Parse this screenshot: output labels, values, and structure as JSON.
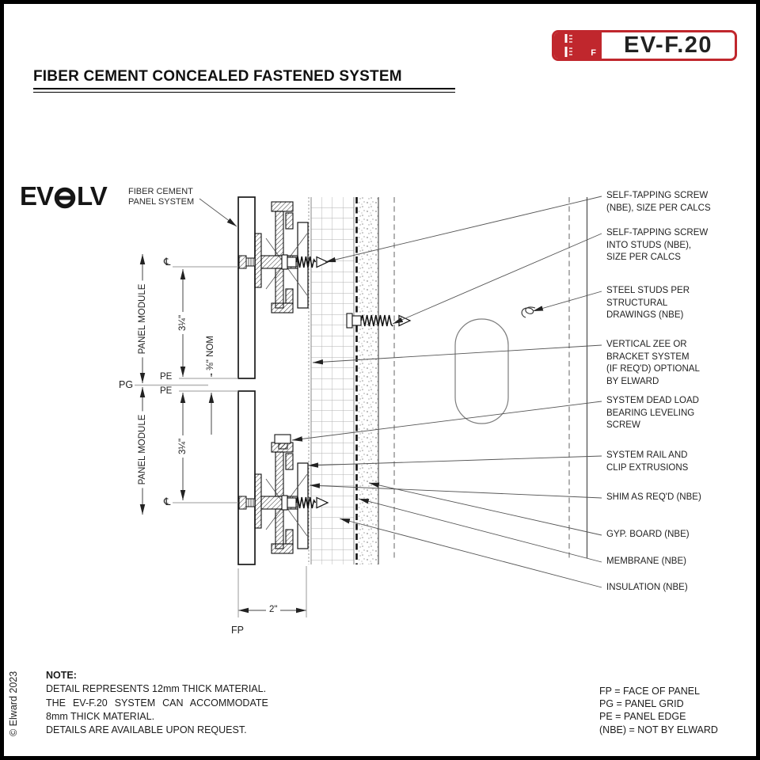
{
  "page": {
    "title": "FIBER CEMENT CONCEALED FASTENED SYSTEM",
    "code": "EV-F.20",
    "badge_icon_letter": "F",
    "copyright": "© Elward 2023"
  },
  "logo": {
    "part1": "EV",
    "part2": "LV",
    "subtitle": "FIBER CEMENT\nPANEL SYSTEM"
  },
  "callouts": [
    {
      "text": "SELF-TAPPING SCREW\n(NBE), SIZE PER CALCS"
    },
    {
      "text": "SELF-TAPPING SCREW\nINTO STUDS (NBE),\nSIZE PER CALCS"
    },
    {
      "text": "STEEL STUDS PER\nSTRUCTURAL\nDRAWINGS (NBE)"
    },
    {
      "text": "VERTICAL ZEE OR\nBRACKET SYSTEM\n(IF REQ'D) OPTIONAL\nBY ELWARD"
    },
    {
      "text": "SYSTEM DEAD LOAD\nBEARING LEVELING\nSCREW"
    },
    {
      "text": "SYSTEM RAIL AND\nCLIP EXTRUSIONS"
    },
    {
      "text": "SHIM AS REQ'D (NBE)"
    },
    {
      "text": "GYP. BOARD (NBE)"
    },
    {
      "text": "MEMBRANE (NBE)"
    },
    {
      "text": "INSULATION (NBE)"
    }
  ],
  "dimensions": {
    "panel_module": "PANEL MODULE",
    "module_height": "3¼\"",
    "joint_gap": "⅜\" NOM",
    "panel_depth": "2\"",
    "centerline": "℄",
    "pe": "PE",
    "pg": "PG",
    "fp": "FP"
  },
  "note": {
    "heading": "NOTE:",
    "lines": [
      "DETAIL REPRESENTS 12mm THICK MATERIAL.",
      "THE EV-F.20 SYSTEM CAN ACCOMMODATE",
      "8mm THICK MATERIAL.",
      "DETAILS ARE AVAILABLE UPON REQUEST."
    ]
  },
  "legend": {
    "lines": [
      "FP = FACE OF PANEL",
      "PG = PANEL GRID",
      "PE = PANEL EDGE",
      "(NBE) = NOT BY ELWARD"
    ]
  },
  "colors": {
    "accent_red": "#c0272d",
    "ink": "#1a1a1a",
    "line_gray": "#8a8a8a"
  }
}
